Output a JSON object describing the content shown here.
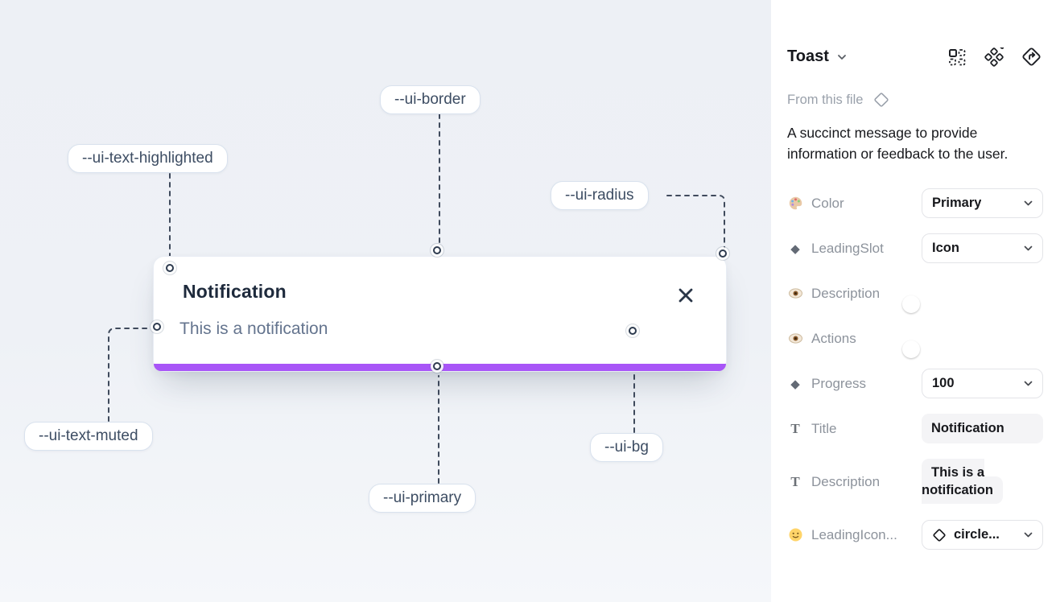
{
  "canvas": {
    "toast": {
      "title": "Notification",
      "description": "This is a notification"
    },
    "labels": {
      "border": "--ui-border",
      "text_highlighted": "--ui-text-highlighted",
      "radius": "--ui-radius",
      "text_muted": "--ui-text-muted",
      "primary": "--ui-primary",
      "bg": "--ui-bg"
    },
    "colors": {
      "primary_bar": "#a855f7",
      "connector_line": "#3f4a5c",
      "canvas_background": "#edf0f5"
    }
  },
  "panel": {
    "title": "Toast",
    "source_label": "From this file",
    "description": "A succinct message to provide information or feedback to the user.",
    "header_icons": [
      "component-properties-icon",
      "variants-icon",
      "go-to-main-component-icon"
    ],
    "toggle_color": "#1e9bf2",
    "properties": [
      {
        "icon": "palette-icon",
        "label": "Color",
        "type": "select",
        "value": "Primary"
      },
      {
        "icon": "diamond-icon",
        "label": "LeadingSlot",
        "type": "select",
        "value": "Icon"
      },
      {
        "icon": "eye-icon",
        "label": "Description",
        "type": "toggle",
        "value": "on"
      },
      {
        "icon": "eye-icon",
        "label": "Actions",
        "type": "toggle",
        "value": "on"
      },
      {
        "icon": "diamond-icon",
        "label": "Progress",
        "type": "select",
        "value": "100"
      },
      {
        "icon": "text-icon",
        "label": "Title",
        "type": "text-field",
        "value": "Notification"
      },
      {
        "icon": "text-icon",
        "label": "Description",
        "type": "text-field",
        "value": "This is a notification"
      },
      {
        "icon": "smiley-icon",
        "label": "LeadingIcon...",
        "type": "select",
        "value": "circle..."
      }
    ]
  }
}
